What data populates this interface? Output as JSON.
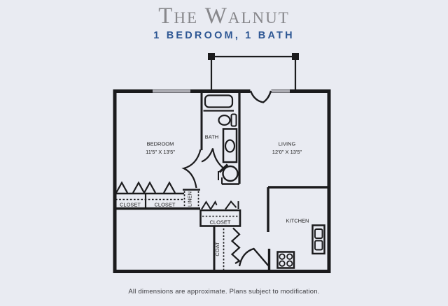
{
  "page": {
    "background": "#e9ebf2",
    "line_color": "#1b1b1d"
  },
  "header": {
    "title": "The Walnut",
    "subtitle": "1 BEDROOM, 1 BATH",
    "title_color": "#87878b",
    "subtitle_color": "#2e5794"
  },
  "plan": {
    "bedroom_label": "BEDROOM",
    "bedroom_dims": "11'5\" X 13'5\"",
    "living_label": "LIVING",
    "living_dims": "12'0\" X 13'5\"",
    "bath_label": "BATH",
    "kitchen_label": "KITCHEN",
    "closet_left_label": "CLOSET",
    "closet_mid_label": "CLOSET",
    "closet_hall_label": "CLOSET",
    "linen_label": "LINEN",
    "coat_label": "COAT"
  },
  "footer": {
    "disclaimer": "All dimensions are approximate. Plans subject to modification."
  }
}
